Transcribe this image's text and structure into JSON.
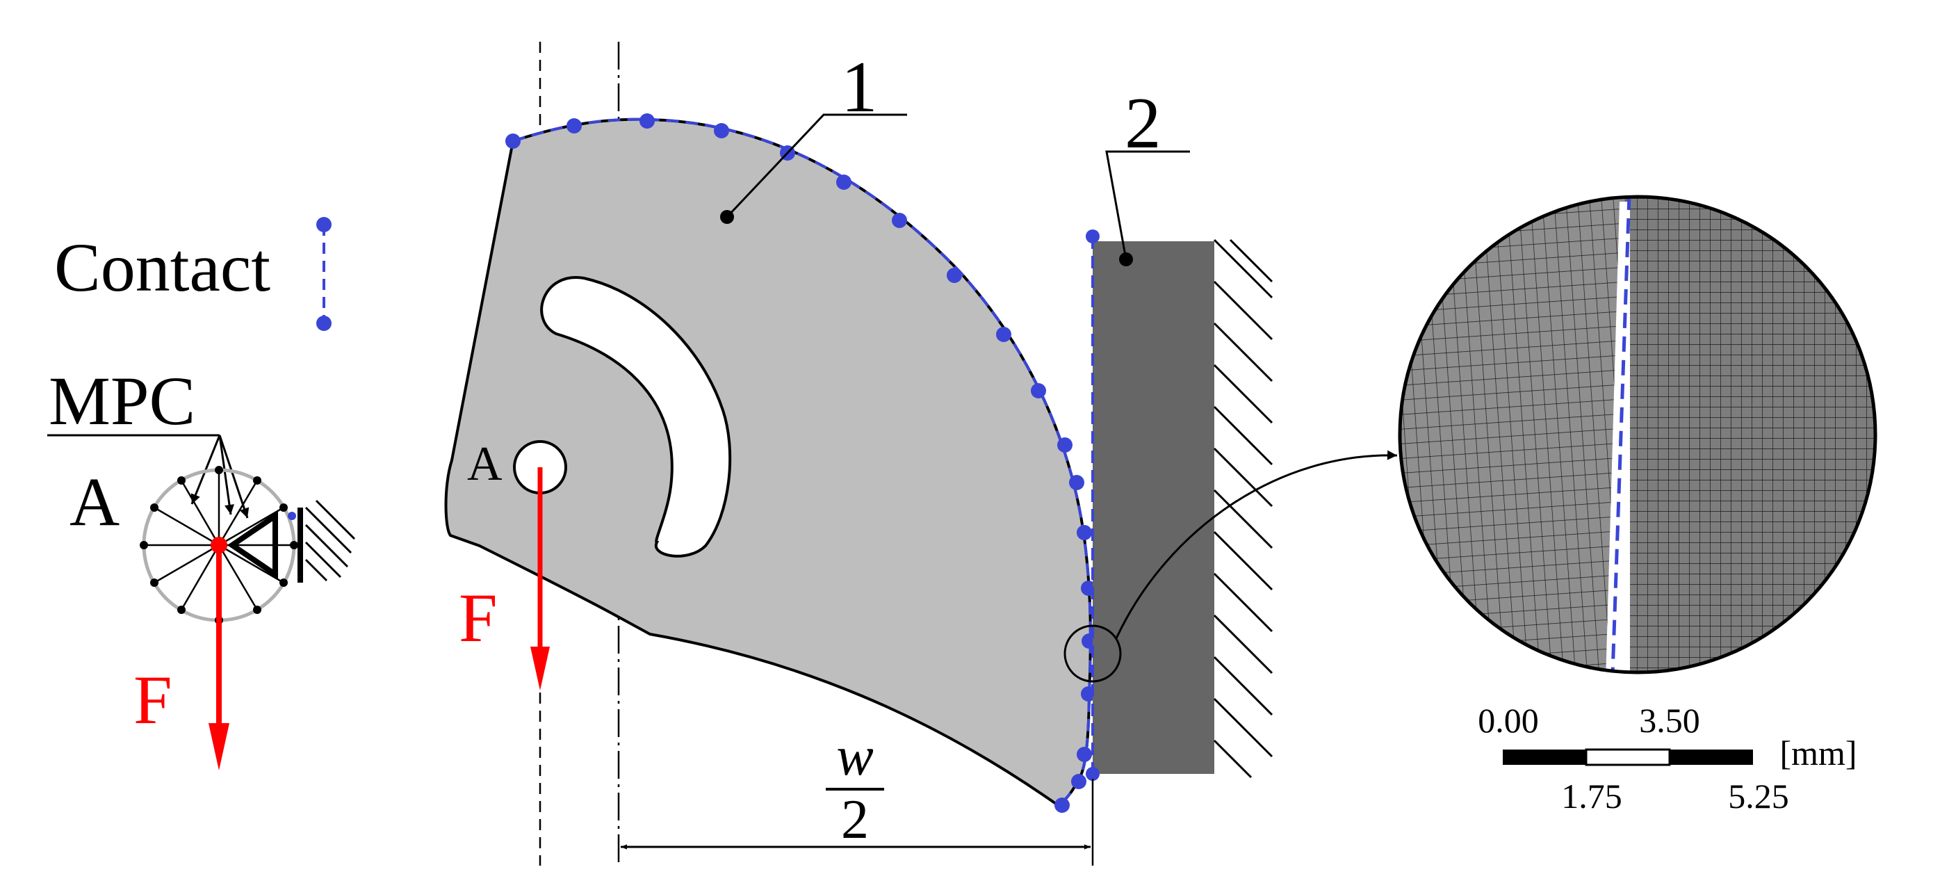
{
  "legend": {
    "contact_label": "Contact",
    "mpc_label": "MPC"
  },
  "labels": {
    "node_a_left": "A",
    "node_a_center": "A",
    "force_left": "F",
    "force_center": "F",
    "part_1": "1",
    "part_2": "2",
    "dim_numerator": "w",
    "dim_denominator": "2"
  },
  "scale_bar": {
    "ticks_top": [
      "0.00",
      "3.50"
    ],
    "ticks_bottom": [
      "1.75",
      "5.25"
    ],
    "unit": "[mm]"
  },
  "colors": {
    "contact_blue": "#3a45d6",
    "force_red": "#ff0000",
    "body_gray": "#bebebe",
    "block_gray": "#666666",
    "mesh_gray": "#8a8a8a"
  },
  "icons": {
    "fixed_support": "hatched-wall-icon",
    "contact_marker": "dashed-dot-line-icon",
    "constraint": "triangle-support-icon"
  }
}
